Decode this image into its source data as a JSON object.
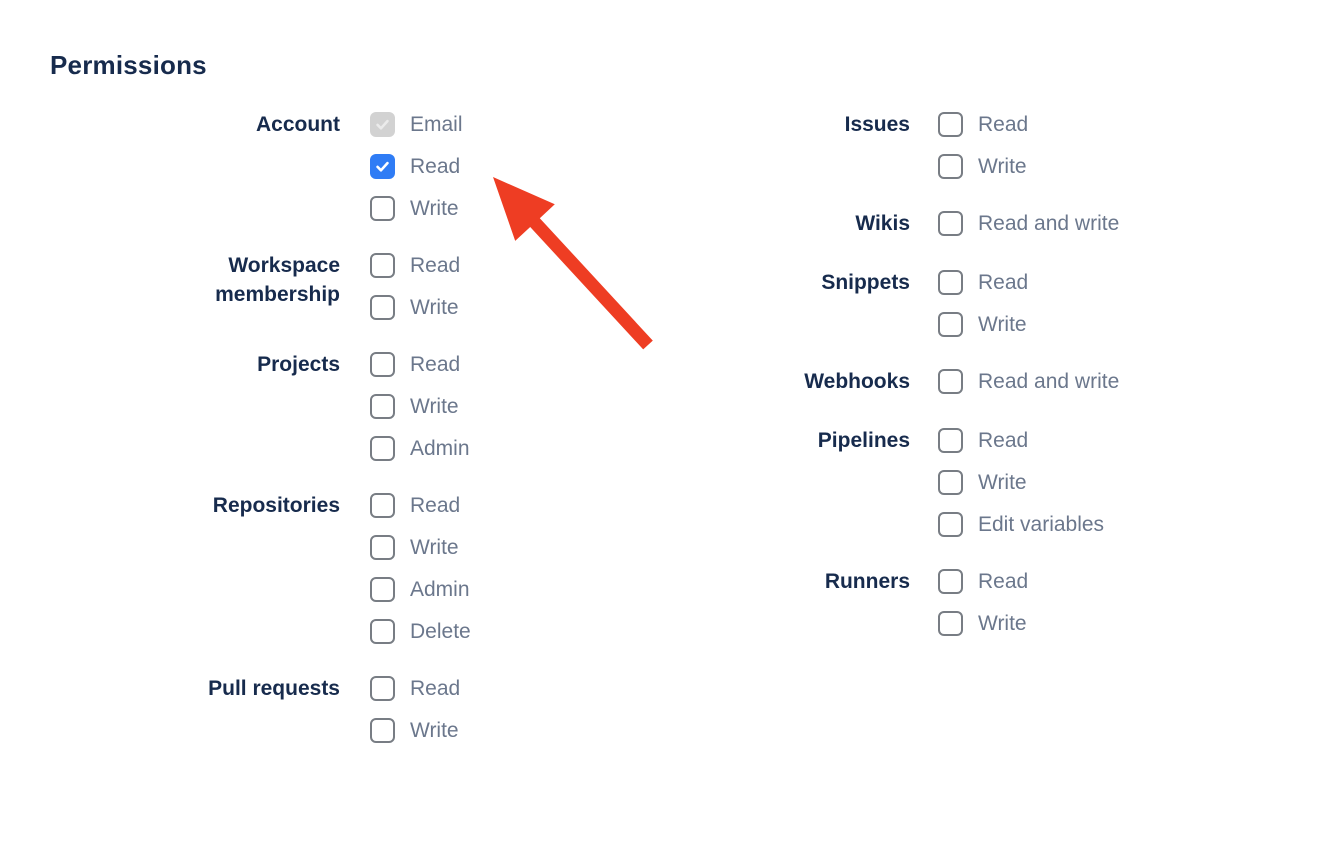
{
  "section_title": "Permissions",
  "colors": {
    "navy": "#172B4D",
    "item_text": "#6B778C",
    "checked_bg": "#2F7CF5",
    "disabled_bg": "#D2D2D2",
    "disabled_check": "#EBEBEB",
    "box_border": "#787D84",
    "arrow": "#EE3D23"
  },
  "columns": [
    {
      "groups": [
        {
          "label": "Account",
          "items": [
            {
              "label": "Email",
              "state": "checked-disabled"
            },
            {
              "label": "Read",
              "state": "checked"
            },
            {
              "label": "Write",
              "state": "unchecked"
            }
          ]
        },
        {
          "label": "Workspace membership",
          "items": [
            {
              "label": "Read",
              "state": "unchecked"
            },
            {
              "label": "Write",
              "state": "unchecked"
            }
          ]
        },
        {
          "label": "Projects",
          "items": [
            {
              "label": "Read",
              "state": "unchecked"
            },
            {
              "label": "Write",
              "state": "unchecked"
            },
            {
              "label": "Admin",
              "state": "unchecked"
            }
          ]
        },
        {
          "label": "Repositories",
          "items": [
            {
              "label": "Read",
              "state": "unchecked"
            },
            {
              "label": "Write",
              "state": "unchecked"
            },
            {
              "label": "Admin",
              "state": "unchecked"
            },
            {
              "label": "Delete",
              "state": "unchecked"
            }
          ]
        },
        {
          "label": "Pull requests",
          "items": [
            {
              "label": "Read",
              "state": "unchecked"
            },
            {
              "label": "Write",
              "state": "unchecked"
            }
          ]
        }
      ]
    },
    {
      "groups": [
        {
          "label": "Issues",
          "items": [
            {
              "label": "Read",
              "state": "unchecked"
            },
            {
              "label": "Write",
              "state": "unchecked"
            }
          ]
        },
        {
          "label": "Wikis",
          "items": [
            {
              "label": "Read and write",
              "state": "unchecked"
            }
          ]
        },
        {
          "label": "Snippets",
          "items": [
            {
              "label": "Read",
              "state": "unchecked"
            },
            {
              "label": "Write",
              "state": "unchecked"
            }
          ]
        },
        {
          "label": "Webhooks",
          "items": [
            {
              "label": "Read and write",
              "state": "unchecked"
            }
          ]
        },
        {
          "label": "Pipelines",
          "items": [
            {
              "label": "Read",
              "state": "unchecked"
            },
            {
              "label": "Write",
              "state": "unchecked"
            },
            {
              "label": "Edit variables",
              "state": "unchecked"
            }
          ]
        },
        {
          "label": "Runners",
          "items": [
            {
              "label": "Read",
              "state": "unchecked"
            },
            {
              "label": "Write",
              "state": "unchecked"
            }
          ]
        }
      ]
    }
  ],
  "annotation": {
    "description": "red arrow pointing at Account Read checkbox"
  }
}
